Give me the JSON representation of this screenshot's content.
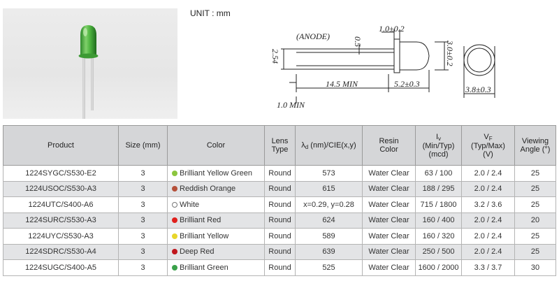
{
  "unit_label": "UNIT : mm",
  "drawing": {
    "anode": "(ANODE)",
    "d_05": "0.5",
    "d_10": "1.0±0.2",
    "d_30": "3.0±0.2",
    "d_254": "2.54",
    "d_145": "14.5 MIN",
    "d_52": "5.2±0.3",
    "d_38": "3.8±0.3",
    "d_10min": "1.0 MIN"
  },
  "table": {
    "headers": {
      "product": "Product",
      "size": "Size (mm)",
      "color": "Color",
      "lens_1": "Lens",
      "lens_2": "Type",
      "lambda_sym": "λ",
      "lambda_sub": "d",
      "lambda_rest": " (nm)/CIE(x,y)",
      "resin_1": "Resin",
      "resin_2": "Color",
      "iv_sym": "I",
      "iv_sub": "v",
      "iv_2": "(Min/Typ)",
      "iv_3": "(mcd)",
      "vf_sym": "V",
      "vf_sub": "F",
      "vf_2": "(Typ/Max)",
      "vf_3": "(V)",
      "view_1": "Viewing",
      "view_2": "Angle (°)"
    },
    "rows": [
      {
        "product": "1224SYGC/S530-E2",
        "size": "3",
        "color": "Brilliant Yellow Green",
        "dot": "#8cc63f",
        "lens": "Round",
        "wavelength": "573",
        "resin": "Water Clear",
        "iv": "63 / 100",
        "vf": "2.0 / 2.4",
        "angle": "25"
      },
      {
        "product": "1224USOC/S530-A3",
        "size": "3",
        "color": "Reddish Orange",
        "dot": "#b5503a",
        "lens": "Round",
        "wavelength": "615",
        "resin": "Water Clear",
        "iv": "188 / 295",
        "vf": "2.0 / 2.4",
        "angle": "25"
      },
      {
        "product": "1224UTC/S400-A6",
        "size": "3",
        "color": "White",
        "dot": "#ffffff",
        "lens": "Round",
        "wavelength": "x=0.29, y=0.28",
        "resin": "Water Clear",
        "iv": "715 / 1800",
        "vf": "3.2 / 3.6",
        "angle": "25"
      },
      {
        "product": "1224SURC/S530-A3",
        "size": "3",
        "color": "Brilliant Red",
        "dot": "#e0201c",
        "lens": "Round",
        "wavelength": "624",
        "resin": "Water Clear",
        "iv": "160 / 400",
        "vf": "2.0 / 2.4",
        "angle": "20"
      },
      {
        "product": "1224UYC/S530-A3",
        "size": "3",
        "color": "Brilliant Yellow",
        "dot": "#e8d62a",
        "lens": "Round",
        "wavelength": "589",
        "resin": "Water Clear",
        "iv": "160 / 320",
        "vf": "2.0 / 2.4",
        "angle": "25"
      },
      {
        "product": "1224SDRC/S530-A4",
        "size": "3",
        "color": "Deep Red",
        "dot": "#c0161d",
        "lens": "Round",
        "wavelength": "639",
        "resin": "Water Clear",
        "iv": "250 / 500",
        "vf": "2.0 / 2.4",
        "angle": "25"
      },
      {
        "product": "1224SUGC/S400-A5",
        "size": "3",
        "color": "Brilliant Green",
        "dot": "#3aa14a",
        "lens": "Round",
        "wavelength": "525",
        "resin": "Water Clear",
        "iv": "1600 / 2000",
        "vf": "3.3 / 3.7",
        "angle": "30"
      }
    ]
  }
}
